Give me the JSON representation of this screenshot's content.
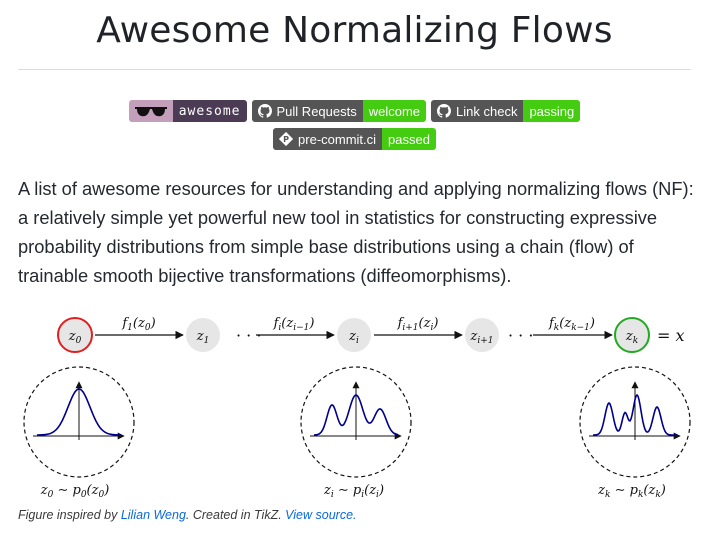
{
  "title": "Awesome Normalizing Flows",
  "badges": {
    "awesome": {
      "right": "awesome"
    },
    "pull_requests": {
      "left": "Pull Requests",
      "right": "welcome"
    },
    "link_check": {
      "left": "Link check",
      "right": "passing"
    },
    "precommit": {
      "left": "pre-commit.ci",
      "right": "passed"
    }
  },
  "description": "A list of awesome resources for understanding and applying normalizing flows (NF): a relatively simple yet powerful new tool in statistics for constructing expressive probability distributions from simple base distributions using a chain (flow) of trainable smooth bijective transformations (diffeomorphisms).",
  "diagram": {
    "node_z0": "z0",
    "node_z1": "z1",
    "node_zi": "zi",
    "node_zi1": "zi+1",
    "node_zk": "zk",
    "eq_x": "= x",
    "arrow_f1": "f1(z0)",
    "arrow_fi": "fi(zi−1)",
    "arrow_fi1": "fi+1(zi)",
    "arrow_fk": "fk(zk−1)",
    "label_p0": "z0 ∼ p0(z0)",
    "label_pi": "zi ∼ pi(zi)",
    "label_pk": "zk ∼ pk(zk)"
  },
  "caption": {
    "prefix": "Figure inspired by ",
    "author_link": "Lilian Weng",
    "middle": ". Created in TikZ. ",
    "source_link": "View source."
  }
}
